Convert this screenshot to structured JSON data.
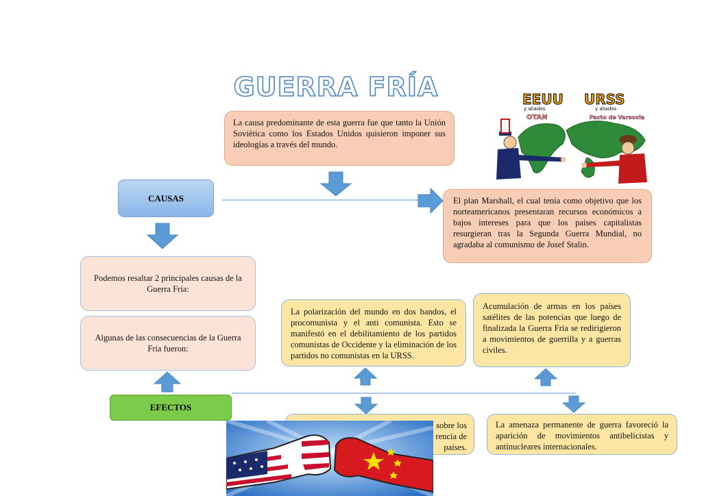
{
  "title": "GUERRA FRÍA",
  "causes": {
    "label": "CAUSAS",
    "main_text": "La causa predominante de esta guerra fue que tanto la Unión Soviética como los Estados Unidos quisieron imponer sus ideologías a través del mundo.",
    "marshall_text": "El plan Marshall, el cual tenía como objetivo que los norteamericanos presentaran recursos económicos a bajos intereses para que los países capitalistas resurgieran tras la Segunda Guerra Mundial, no agradaba al comunismo de Josef Stalin.",
    "intro": "Podemos resaltar 2 principales causas de la Guerra Fría:"
  },
  "effects": {
    "label": "EFECTOS",
    "intro": "Algunas de las consecuencias de la Guerra Fría fueron:",
    "polarization": "La polarización del mundo en dos bandos, el procomunista y el anti comunista. Esto se manifestó en el debilitamiento de los partidos comunistas de Occidente y la eliminación de los partidos no comunistas en la URSS.",
    "arms": "Acumulación de armas en los países satélites de las potencias que luego de finalizada la Guerra Fría se redirigieron a movimientos de guerrilla y a guerras civiles.",
    "hidden_fragment_1": "sobre los",
    "hidden_fragment_2": "rencia de",
    "hidden_fragment_3": "países.",
    "threat": "La amenaza permanente de guerra favoreció la aparición de movimientos antibelicistas y antinucleares internacionales."
  },
  "cartoon": {
    "left_country": "EEUU",
    "left_sub": "y aliados",
    "left_alliance": "OTAN",
    "right_country": "URSS",
    "right_sub": "y aliados",
    "right_alliance": "Pacto de Varsovia"
  },
  "colors": {
    "arrow": "#5b9bd5",
    "title_outline": "#4a86c5",
    "peach": "#f7cdb5",
    "yellow": "#fde6a3",
    "green": "#7dcb4b"
  }
}
